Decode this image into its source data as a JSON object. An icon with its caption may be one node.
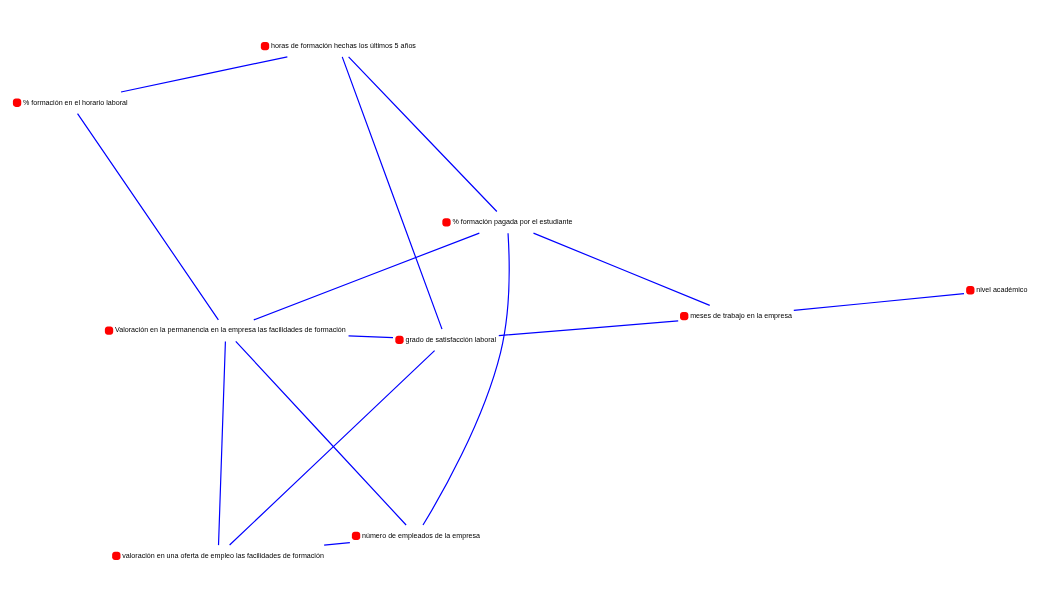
{
  "diagram": {
    "nodes": [
      {
        "text": [
          "Valoración en la permanencia en la empresa las facilidades de formación"
        ]
      },
      {
        "text": [
          "horas de formación hechas los últimos 5 años"
        ]
      },
      {
        "text": [
          "valoración en una oferta de empleo las facilidades de formación"
        ]
      },
      {
        "text": [
          "meses de trabajo en la empresa"
        ]
      },
      {
        "text": [
          "% formación pagada por el estudiante"
        ]
      },
      {
        "text": [
          "% formación en el horario laboral"
        ]
      },
      {
        "text": [
          "grado de satisfacción laboral"
        ]
      },
      {
        "text": [
          "nivel académico"
        ]
      },
      {
        "text": [
          "número de empleados de la empresa"
        ]
      }
    ],
    "edges": [
      {
        "from": 0,
        "to": 2,
        "arrow": "none"
      },
      {
        "from": 0,
        "to": 4,
        "arrow": "none"
      },
      {
        "from": 0,
        "to": 5,
        "arrow": "none"
      },
      {
        "from": 0,
        "to": 8,
        "arrow": "none"
      },
      {
        "from": 0,
        "to": 6,
        "arrow": "none"
      },
      {
        "from": 1,
        "to": 4,
        "arrow": "none"
      },
      {
        "from": 1,
        "to": 5,
        "arrow": "none"
      },
      {
        "from": 1,
        "to": 6,
        "arrow": "none"
      },
      {
        "from": 4,
        "to": 3,
        "arrow": "none"
      },
      {
        "from": 4,
        "to": 8,
        "arrow": "none"
      },
      {
        "from": 2,
        "to": 8,
        "arrow": "none"
      },
      {
        "from": 2,
        "to": 6,
        "arrow": "none"
      },
      {
        "from": 3,
        "to": 6,
        "arrow": "none"
      },
      {
        "from": 3,
        "to": 7,
        "arrow": "none"
      }
    ]
  }
}
